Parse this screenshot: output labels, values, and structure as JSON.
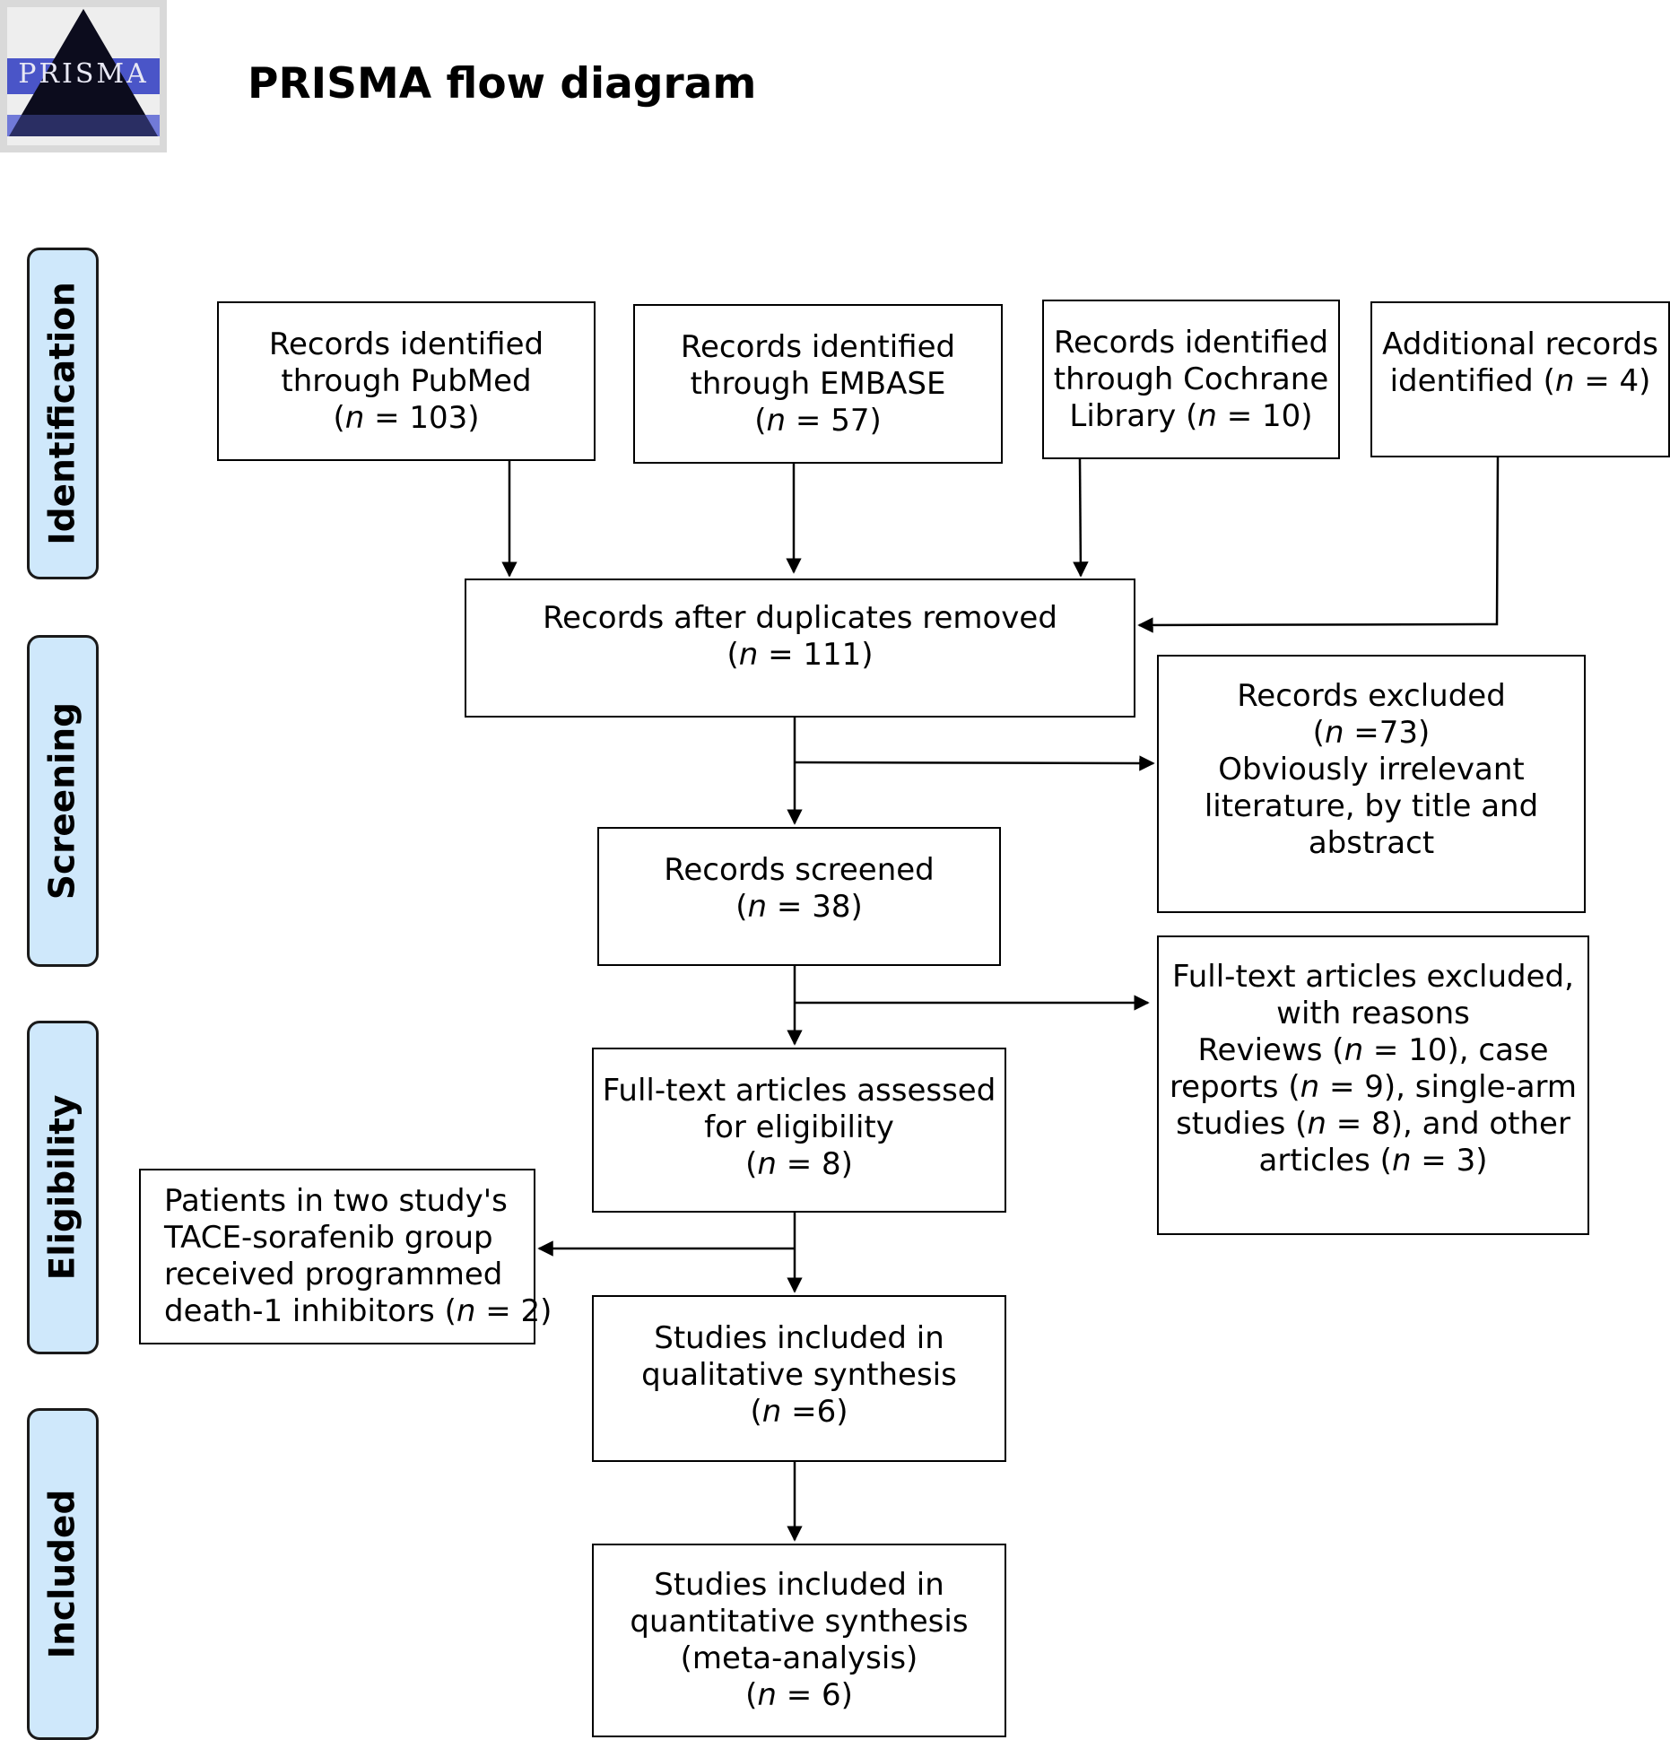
{
  "header": {
    "title": "PRISMA flow diagram",
    "logo_text": "PRISMA"
  },
  "phases": [
    {
      "id": "identification",
      "label": "Identification"
    },
    {
      "id": "screening",
      "label": "Screening"
    },
    {
      "id": "eligibility",
      "label": "Eligibility"
    },
    {
      "id": "included",
      "label": "Included"
    }
  ],
  "boxes": {
    "pubmed": [
      "Records identified",
      "through PubMed",
      "(n = 103)"
    ],
    "embase": [
      "Records identified",
      "through EMBASE",
      "(n = 57)"
    ],
    "cochrane": [
      "Records identified",
      "through Cochrane",
      "Library (n = 10)"
    ],
    "additional": [
      "Additional records",
      "identified (n = 4)"
    ],
    "duplicates_removed": [
      "Records after duplicates removed",
      "(n = 111)"
    ],
    "records_excluded": [
      "Records excluded",
      "(n =73)",
      "Obviously irrelevant",
      "literature, by title and",
      "abstract"
    ],
    "records_screened": [
      "Records screened",
      "(n = 38)"
    ],
    "fulltext_excluded": [
      "Full-text articles excluded,",
      "with reasons",
      "Reviews (n = 10), case",
      "reports (n = 9), single-arm",
      "studies (n = 8), and other",
      "articles (n = 3)"
    ],
    "fulltext_assessed": [
      "Full-text articles assessed",
      "for eligibility",
      "(n = 8)"
    ],
    "pd1_excluded": [
      "Patients in two study's",
      "TACE-sorafenib group",
      "received programmed",
      "death-1 inhibitors (n = 2)"
    ],
    "qualitative": [
      "Studies included in",
      "qualitative synthesis",
      "(n =6)"
    ],
    "quantitative": [
      "Studies included in",
      "quantitative synthesis",
      "(meta-analysis)",
      "(n = 6)"
    ]
  }
}
